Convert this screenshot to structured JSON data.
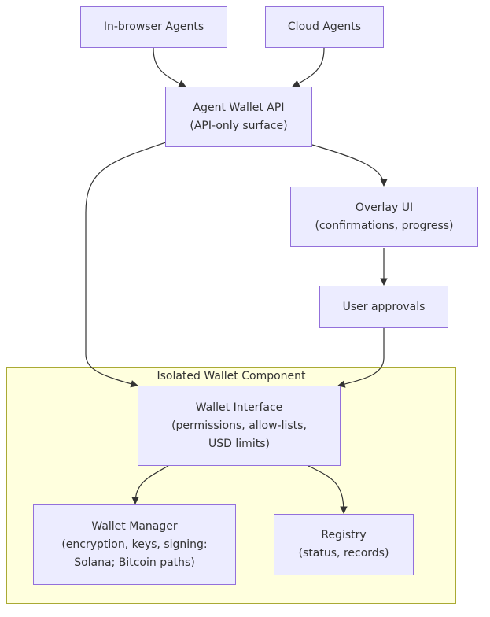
{
  "diagram": {
    "type": "flowchart",
    "colors": {
      "node_fill": "#ececff",
      "node_border": "#9370db",
      "cluster_fill": "#ffffde",
      "cluster_border": "#aaaa33",
      "edge": "#333333"
    },
    "cluster": {
      "label": "Isolated Wallet Component"
    },
    "nodes": {
      "in_browser_agents": {
        "lines": [
          "In-browser Agents"
        ]
      },
      "cloud_agents": {
        "lines": [
          "Cloud Agents"
        ]
      },
      "agent_wallet_api": {
        "lines": [
          "Agent Wallet API",
          "(API-only surface)"
        ]
      },
      "overlay_ui": {
        "lines": [
          "Overlay UI",
          "(confirmations, progress)"
        ]
      },
      "user_approvals": {
        "lines": [
          "User approvals"
        ]
      },
      "wallet_interface": {
        "lines": [
          "Wallet Interface",
          "(permissions, allow-lists,",
          "USD limits)"
        ]
      },
      "wallet_manager": {
        "lines": [
          "Wallet Manager",
          "(encryption, keys, signing:",
          "Solana; Bitcoin paths)"
        ]
      },
      "registry": {
        "lines": [
          "Registry",
          "(status, records)"
        ]
      }
    },
    "edges": [
      {
        "from": "In-browser Agents",
        "to": "Agent Wallet API"
      },
      {
        "from": "Cloud Agents",
        "to": "Agent Wallet API"
      },
      {
        "from": "Agent Wallet API",
        "to": "Wallet Interface"
      },
      {
        "from": "Agent Wallet API",
        "to": "Overlay UI"
      },
      {
        "from": "Overlay UI",
        "to": "User approvals"
      },
      {
        "from": "User approvals",
        "to": "Wallet Interface"
      },
      {
        "from": "Wallet Interface",
        "to": "Wallet Manager"
      },
      {
        "from": "Wallet Interface",
        "to": "Registry"
      }
    ]
  }
}
